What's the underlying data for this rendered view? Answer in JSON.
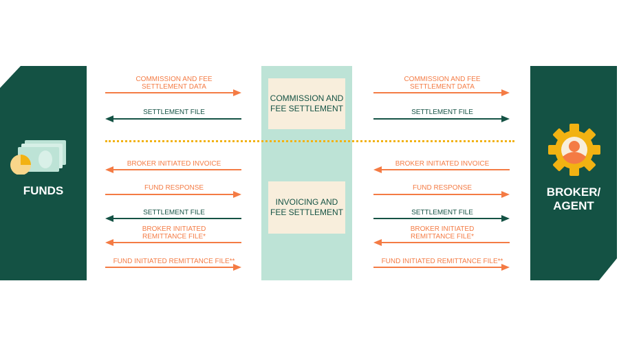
{
  "funds": {
    "label": "FUNDS"
  },
  "broker": {
    "label": "BROKER/\nAGENT"
  },
  "center": {
    "top_box": "COMMISSION AND\nFEE SETTLEMENT",
    "bottom_box": "INVOICING AND\nFEE SETTLEMENT"
  },
  "flows": {
    "commission_data": "COMMISSION AND FEE\nSETTLEMENT DATA",
    "settlement_file": "SETTLEMENT FILE",
    "broker_invoice": "BROKER INITIATED INVOICE",
    "fund_response": "FUND RESPONSE",
    "broker_remittance": "BROKER INITIATED\nREMITTANCE FILE*",
    "fund_remittance": "FUND INITIATED REMITTANCE FILE**"
  },
  "colors": {
    "dark_green": "#145244",
    "orange": "#f47b44",
    "mint": "#bde3d6",
    "cream": "#f8eedc",
    "gold": "#f2b212"
  }
}
